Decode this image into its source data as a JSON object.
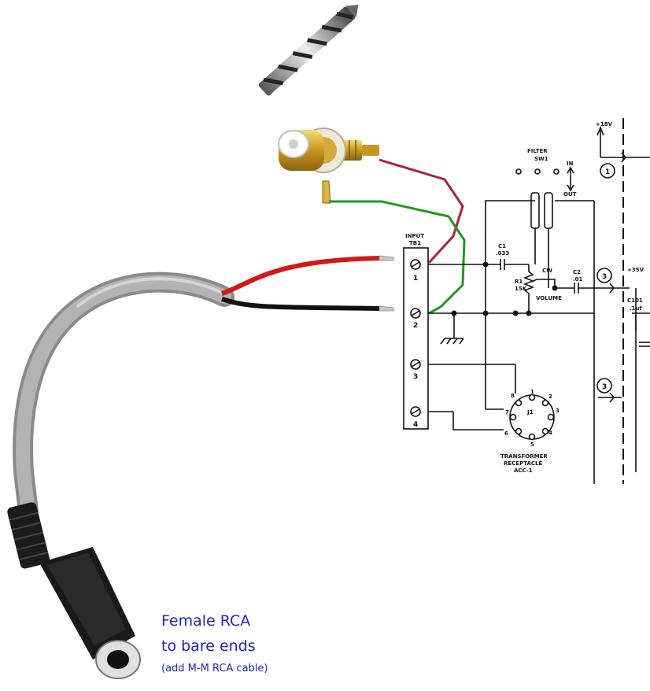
{
  "schematic": {
    "input_label_line1": "INPUT",
    "input_label_line2": "TB1",
    "terminals": [
      "1",
      "2",
      "3",
      "4"
    ],
    "filter_label_line1": "FILTER",
    "filter_label_line2": "SW1",
    "in_label": "IN",
    "out_label": "OUT",
    "c1_label": "C1",
    "c1_value": ".033",
    "r1_label": "R1",
    "r1_value": "15K",
    "cw_label": "CW",
    "volume_label": "VOLUME",
    "c2_label": "C2",
    "c2_value": ".01",
    "c101_label": "C101",
    "c101_value": ".1uf",
    "supply_18v": "+18V",
    "supply_35v": "+35V",
    "node_1": "1",
    "node_3a": "3",
    "node_3b": "3",
    "j1_label": "J1",
    "j1_pins": [
      "1",
      "2",
      "3",
      "4",
      "5",
      "6",
      "7",
      "8"
    ],
    "transformer_line1": "TRANSFORMER",
    "transformer_line2": "RECEPTACLE",
    "transformer_line3": "ACC-1"
  },
  "wire_colors": {
    "red": "#b0203e",
    "green": "#1e9a1e",
    "cable": "#a9a9a9"
  },
  "caption": {
    "line1": "Female RCA",
    "line2": "to bare ends",
    "line3": "(add M-M RCA cable)"
  }
}
